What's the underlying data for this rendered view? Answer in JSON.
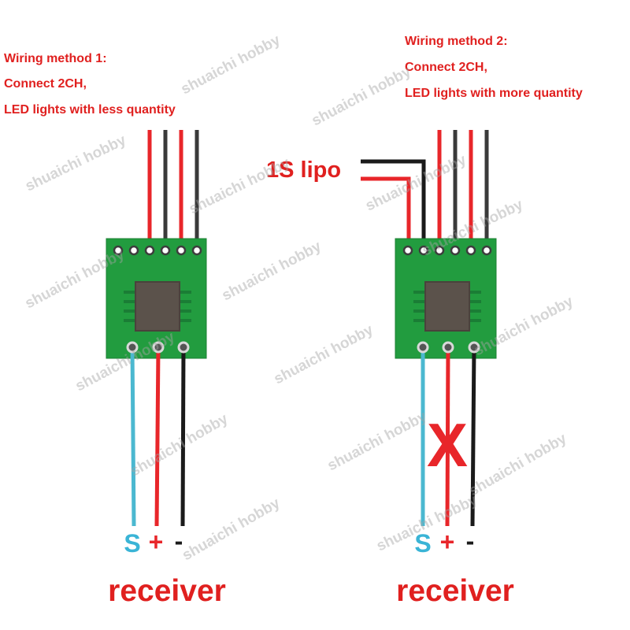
{
  "method1": {
    "title": "Wiring method 1:",
    "line1": "Connect 2CH,",
    "line2": "LED lights with less quantity"
  },
  "method2": {
    "title": "Wiring method 2:",
    "line1": "Connect 2CH,",
    "line2": "LED lights with more quantity"
  },
  "battery_label": "1S lipo",
  "left_terminals": {
    "signal": "S",
    "plus": "+",
    "minus": "-",
    "receiver": "receiver"
  },
  "right_terminals": {
    "signal": "S",
    "plus": "+",
    "minus": "-",
    "receiver": "receiver"
  },
  "cross_mark": "X",
  "watermark": "shuaichi hobby",
  "colors": {
    "text_red": "#e0201f",
    "wire_red": "#e8262a",
    "wire_dark": "#3a3a3a",
    "wire_black": "#1a1a1a",
    "wire_signal": "#4bb8d0",
    "board_green": "#229c3f",
    "chip": "#5b524b"
  },
  "icons": [
    "pcb-board-icon",
    "chip-icon",
    "cross-icon"
  ]
}
